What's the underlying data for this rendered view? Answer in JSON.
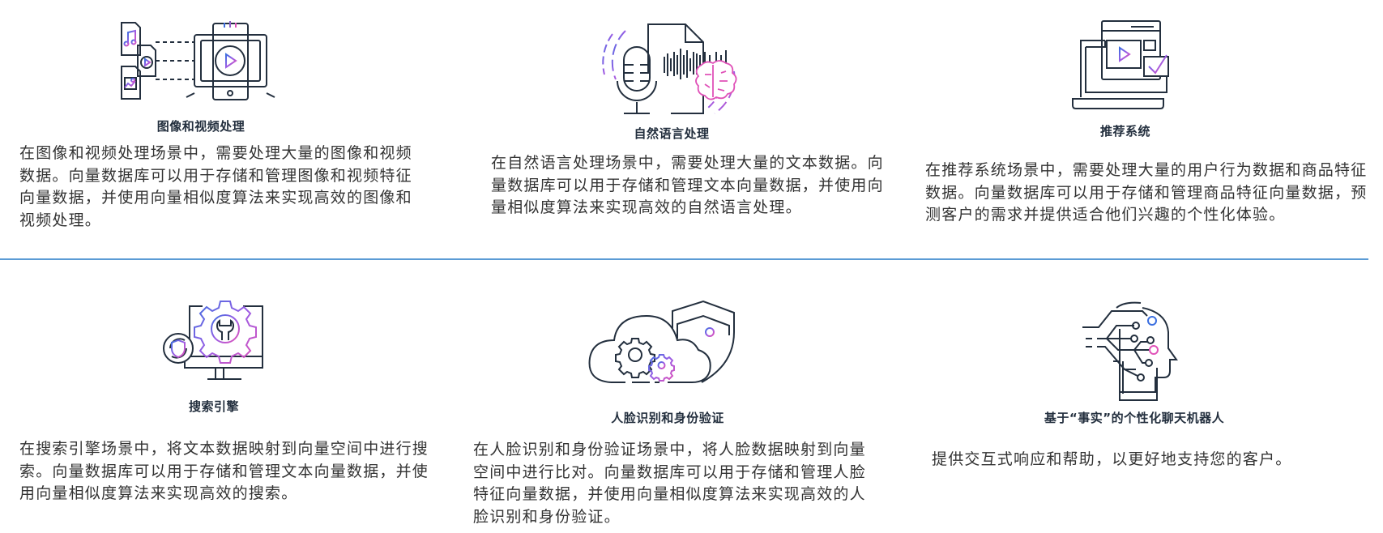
{
  "divider_color": "#5b9bd5",
  "accent_gradient": [
    "#3b6fe0",
    "#9b5de5",
    "#e052b8"
  ],
  "stroke_color": "#232f3e",
  "cards": [
    {
      "icon": "media-files-tv-icon",
      "title": "图像和视频处理",
      "description": "在图像和视频处理场景中，需要处理大量的图像和视频数据。向量数据库可以用于存储和管理图像和视频特征向量数据，并使用向量相似度算法来实现高效的图像和视频处理。"
    },
    {
      "icon": "microphone-document-brain-icon",
      "title": "自然语言处理",
      "description": "在自然语言处理场景中，需要处理大量的文本数据。向量数据库可以用于存储和管理文本向量数据，并使用向量相似度算法来实现高效的自然语言处理。"
    },
    {
      "icon": "laptop-video-checkmark-icon",
      "title": "推荐系统",
      "description": "在推荐系统场景中，需要处理大量的用户行为数据和商品特征数据。向量数据库可以用于存储和管理商品特征向量数据，预测客户的需求并提供适合他们兴趣的个性化体验。"
    },
    {
      "icon": "monitor-gear-shield-icon",
      "title": "搜索引擎",
      "description": "在搜索引擎场景中，将文本数据映射到向量空间中进行搜索。向量数据库可以用于存储和管理文本向量数据，并使用向量相似度算法来实现高效的搜索。"
    },
    {
      "icon": "cloud-gears-shield-icon",
      "title": "人脸识别和身份验证",
      "description": "在人脸识别和身份验证场景中，将人脸数据映射到向量空间中进行比对。向量数据库可以用于存储和管理人脸特征向量数据，并使用向量相似度算法来实现高效的人脸识别和身份验证。"
    },
    {
      "icon": "ai-head-circuit-icon",
      "title": "基于“事实”的个性化聊天机器人",
      "description": "提供交互式响应和帮助，以更好地支持您的客户。"
    }
  ]
}
